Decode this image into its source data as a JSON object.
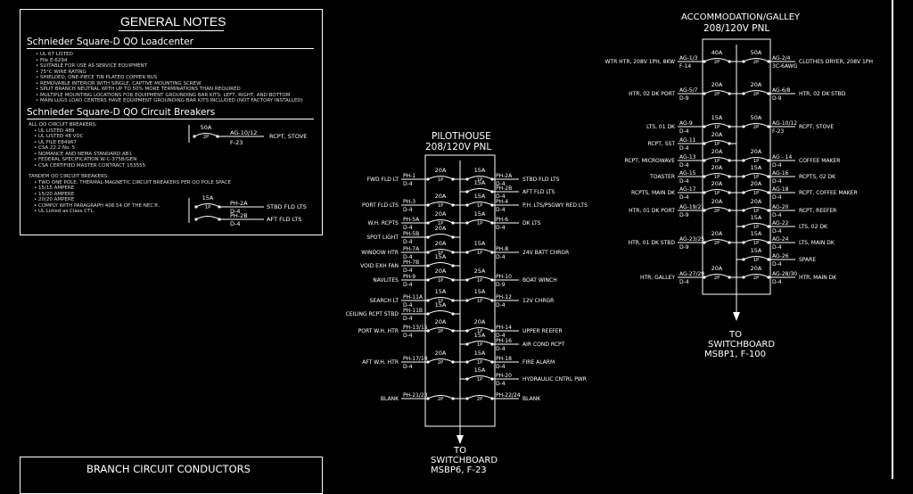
{
  "notes": {
    "title": "GENERAL NOTES",
    "loadcenter_heading": "Schnieder Square-D QO Loadcenter",
    "loadcenter_items": [
      "UL 67 LISTED",
      "File E-6294",
      "SUITABLE FOR USE AS SERVICE EQUIPMENT",
      "75°C WIRE RATING",
      "SHIELDED, ONE-PIECE TIN PLATED COPPER BUS",
      "REMOVABLE INTERIOR WITH SINGLE, CAPTIVE MOUNTING SCREW",
      "SPLIT BRANCH NEUTRAL WITH UP TO 50% MORE TERMINATIONS THAN REQUIRED",
      "MULTIPLE MOUNTING LOCATIONS FOR EQUIPMENT GROUNDING BAR KITS: LEFT, RIGHT, AND BOTTOM",
      "MAIN LUGS LOAD CENTERS HAVE EQUIPMENT GROUNDING BAR KITS INCLUDED (NOT FACTORY INSTALLED)"
    ],
    "breakers_heading": "Schnieder Square-D QO Circuit Breakers",
    "breaker_items": [
      "ALL QO CIRCUIT BREAKERS:",
      "UL LISTED 489",
      "UL LISTED 48 VDC",
      "UL FILE E84967",
      "CSA 22.2 No. 5",
      "NOMANCE AND NEMA STANDARD AB1",
      "FEDERAL SPECIFICATION W-C-375B/GEN",
      "CSA CERTIFIED MASTER CONTRACT 153555"
    ],
    "tandem_items": [
      "TANDEM QO CIRCUIT BREAKERS:",
      "TWO ONE POLE, THERMAL-MAGNETIC CIRCUIT BREAKERS PER QO POLE SPACE",
      "15/15 AMPERE",
      "15/20 AMPERE",
      "20/20 AMPERE",
      "COMPLY WITH PARAGRAPH 408.54 OF THE NEC®.",
      "UL Listed as Class CTL."
    ],
    "example1": {
      "amp": "50A",
      "pole": "2P",
      "ckt": "AG-10/12",
      "wire": "F-23",
      "load": "RCPT, STOVE"
    },
    "example2": {
      "amp": "15A",
      "pole": "1P",
      "ckt1": "PH-2A",
      "wire1": "D-4",
      "load1": "STBD FLD LTS",
      "ckt2": "PH-2B",
      "wire2": "D-4",
      "load2": "AFT FLD LTS"
    }
  },
  "conductors": {
    "title": "BRANCH CIRCUIT CONDUCTORS"
  },
  "pilothouse": {
    "title": "PILOTHOUSE",
    "subtitle": "208/120V PNL",
    "feed_to": "TO",
    "feed_dest": "SWITCHBOARD",
    "feed_ref": "MSBP6, F-23",
    "left": [
      {
        "load": "FWD FLD LT",
        "ckt": "PH-1",
        "wire": "D-4",
        "amp": "20A",
        "pole": "1P"
      },
      {
        "load": "PORT FLD LTS",
        "ckt": "PH-3",
        "wire": "D-4",
        "amp": "20A",
        "pole": "1P"
      },
      {
        "load": "W.H. RCPTS",
        "ckt": "PH-5A",
        "wire": "D-4",
        "amp": "20A",
        "pole": "1P"
      },
      {
        "load": "SPOT LIGHT",
        "ckt": "PH-5B",
        "wire": "D-4",
        "amp": "20A",
        "pole": ""
      },
      {
        "load": "WINDOW HTR",
        "ckt": "PH-7A",
        "wire": "D-4",
        "amp": "20A",
        "pole": "1P"
      },
      {
        "load": "VOID EXH FAN",
        "ckt": "PH-7B",
        "wire": "D-4",
        "amp": "15A",
        "pole": ""
      },
      {
        "load": "NAVLITES",
        "ckt": "PH-9",
        "wire": "D-4",
        "amp": "20A",
        "pole": "1P"
      },
      {
        "load": "SEARCH LT",
        "ckt": "PH-11A",
        "wire": "D-4",
        "amp": "15A",
        "pole": "1P"
      },
      {
        "load": "CEILING RCPT STBD",
        "ckt": "PH-11B",
        "wire": "D-4",
        "amp": "15A",
        "pole": ""
      },
      {
        "load": "PORT W.H. HTR",
        "ckt": "PH-13/15",
        "wire": "D-4",
        "amp": "20A",
        "pole": "2P"
      },
      {
        "load": "AFT W.H. HTR",
        "ckt": "PH-17/19",
        "wire": "D-4",
        "amp": "20A",
        "pole": "2P"
      },
      {
        "load": "BLANK",
        "ckt": "PH-21/23",
        "wire": "",
        "amp": "",
        "pole": "2P"
      }
    ],
    "right": [
      {
        "load": "STBD FLD LTS",
        "ckt": "PH-2A",
        "wire": "D-4",
        "amp": "15A",
        "pole": "1P"
      },
      {
        "load": "AFT FLD LTS",
        "ckt": "PH-2B",
        "wire": "D-4",
        "amp": "15A",
        "pole": ""
      },
      {
        "load": "P.H. LTS/PSGWY RED LTS",
        "ckt": "PH-4",
        "wire": "D-4",
        "amp": "15A",
        "pole": "1P"
      },
      {
        "load": "DK LTS",
        "ckt": "PH-6",
        "wire": "D-4",
        "amp": "15A",
        "pole": "1P"
      },
      {
        "load": "24V BATT CHRGR",
        "ckt": "PH-8",
        "wire": "D-4",
        "amp": "15A",
        "pole": "1P"
      },
      {
        "load": "BOAT WINCH",
        "ckt": "PH-10",
        "wire": "D-9",
        "amp": "25A",
        "pole": "1P"
      },
      {
        "load": "12V CHRGR",
        "ckt": "PH-12",
        "wire": "D-4",
        "amp": "15A",
        "pole": "1P"
      },
      {
        "load": "UPPER REEFER",
        "ckt": "PH-14",
        "wire": "D-4",
        "amp": "20A",
        "pole": "1P"
      },
      {
        "load": "AIR COND RCPT",
        "ckt": "PH-16",
        "wire": "D-4",
        "amp": "15A",
        "pole": "1P"
      },
      {
        "load": "FIRE ALARM",
        "ckt": "PH-18",
        "wire": "D-4",
        "amp": "15A",
        "pole": "1P"
      },
      {
        "load": "HYDRAULIC CNTRL PWR",
        "ckt": "PH-20",
        "wire": "D-4",
        "amp": "15A",
        "pole": "1P"
      },
      {
        "load": "BLANK",
        "ckt": "PH-22/24",
        "wire": "",
        "amp": "",
        "pole": "2P"
      }
    ]
  },
  "galley": {
    "title": "ACCOMMODATION/GALLEY",
    "subtitle": "208/120V PNL",
    "feed_to": "TO",
    "feed_dest": "SWITCHBOARD",
    "feed_ref": "MSBP1, F-100",
    "left": [
      {
        "load": "WTR HTR, 208V 1PH, 8KW",
        "ckt": "AG-1/3",
        "wire": "F-14",
        "amp": "40A",
        "pole": "2P"
      },
      {
        "load": "HTR, 02 DK PORT",
        "ckt": "AG-5/7",
        "wire": "D-9",
        "amp": "20A",
        "pole": "2P"
      },
      {
        "load": "LTS, 01 DK",
        "ckt": "AG-9",
        "wire": "D-4",
        "amp": "15A",
        "pole": "1P"
      },
      {
        "load": "RCPT, SST",
        "ckt": "AG-11",
        "wire": "D-4",
        "amp": "20A",
        "pole": "1P"
      },
      {
        "load": "RCPT, MICROWAVE",
        "ckt": "AG-13",
        "wire": "D-4",
        "amp": "20A",
        "pole": "1P"
      },
      {
        "load": "TOASTER",
        "ckt": "AG-15",
        "wire": "D-4",
        "amp": "20A",
        "pole": "1P"
      },
      {
        "load": "RCPTS, MAIN DK",
        "ckt": "AG-17",
        "wire": "D-4",
        "amp": "20A",
        "pole": "1P"
      },
      {
        "load": "HTR, 01 DK PORT",
        "ckt": "AG-19/21",
        "wire": "D-9",
        "amp": "20A",
        "pole": "2P"
      },
      {
        "load": "HTR, 01 DK STBD",
        "ckt": "AG-23/25",
        "wire": "D-9",
        "amp": "20A",
        "pole": "2P"
      },
      {
        "load": "HTR, GALLEY",
        "ckt": "AG-27/29",
        "wire": "D-4",
        "amp": "20A",
        "pole": "2P"
      }
    ],
    "right": [
      {
        "load": "CLOTHES DRYER, 208V 1PH",
        "ckt": "AG-2/4",
        "wire": "3C-6AWG",
        "amp": "50A",
        "pole": "2P"
      },
      {
        "load": "HTR, 02 DK STBD",
        "ckt": "AG-6/8",
        "wire": "D-9",
        "amp": "20A",
        "pole": "2P"
      },
      {
        "load": "RCPT, STOVE",
        "ckt": "AG-10/12",
        "wire": "F-23",
        "amp": "50A",
        "pole": "2P"
      },
      {
        "load": "COFFEE MAKER",
        "ckt": "AG - 14",
        "wire": "D-4",
        "amp": "20A",
        "pole": "1P"
      },
      {
        "load": "RCPTS, 02 DK",
        "ckt": "AG-16",
        "wire": "D-4",
        "amp": "15A",
        "pole": "1P"
      },
      {
        "load": "RCPT, COFFEE MAKER",
        "ckt": "AG-18",
        "wire": "D-4",
        "amp": "20A",
        "pole": "1P"
      },
      {
        "load": "RCPT, REEFER",
        "ckt": "AG-20",
        "wire": "D-4",
        "amp": "20A",
        "pole": "1P"
      },
      {
        "load": "LTS, 02 DK",
        "ckt": "AG-22",
        "wire": "D-4",
        "amp": "15A",
        "pole": "1P"
      },
      {
        "load": "LTS, MAIN DK",
        "ckt": "AG-24",
        "wire": "D-4",
        "amp": "15A",
        "pole": "1P"
      },
      {
        "load": "SPARE",
        "ckt": "AG-26",
        "wire": "D-4",
        "amp": "15A",
        "pole": "1P"
      },
      {
        "load": "HTR, MAIN DK",
        "ckt": "AG-28/30",
        "wire": "D-4",
        "amp": "20A",
        "pole": "2P"
      }
    ]
  }
}
